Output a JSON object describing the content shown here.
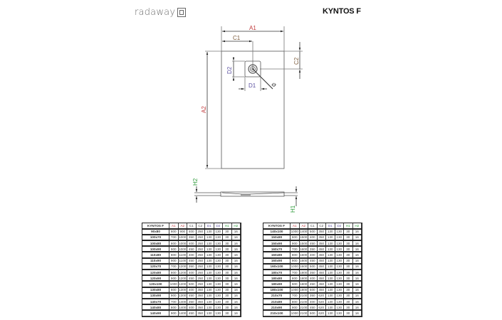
{
  "header": {
    "brand": "radaway",
    "product_title": "KYNTOS F"
  },
  "drawing": {
    "labels": {
      "A1": "A1",
      "A2": "A2",
      "C1": "C1",
      "C2": "C2",
      "D1": "D1",
      "D2": "D2",
      "drain_diameter": "Ø",
      "H1": "H1",
      "H2": "H2"
    },
    "colors": {
      "A": "#c0393b",
      "C": "#7a5a3a",
      "D": "#5a4fa0",
      "H": "#2e9a3a",
      "line": "#555555"
    }
  },
  "table_headers": [
    "KYNTOS F",
    "A1",
    "A2",
    "C1",
    "C2",
    "D1",
    "D2",
    "H1",
    "H2"
  ],
  "table_left": {
    "rows": [
      [
        "90x80",
        "800",
        "900",
        "400",
        "250",
        "130",
        "130",
        "30",
        "16"
      ],
      [
        "100x70",
        "700",
        "1000",
        "350",
        "250",
        "130",
        "130",
        "30",
        "16"
      ],
      [
        "100x80",
        "800",
        "1000",
        "400",
        "250",
        "130",
        "130",
        "30",
        "16"
      ],
      [
        "100x90",
        "900",
        "1000",
        "450",
        "250",
        "130",
        "130",
        "30",
        "16"
      ],
      [
        "110x80",
        "800",
        "1100",
        "400",
        "250",
        "130",
        "130",
        "30",
        "16"
      ],
      [
        "110x90",
        "900",
        "1100",
        "450",
        "250",
        "130",
        "130",
        "30",
        "16"
      ],
      [
        "120x70",
        "700",
        "1200",
        "350",
        "250",
        "130",
        "130",
        "30",
        "16"
      ],
      [
        "120x80",
        "800",
        "1200",
        "400",
        "250",
        "130",
        "130",
        "30",
        "16"
      ],
      [
        "120x90",
        "900",
        "1200",
        "450",
        "250",
        "130",
        "130",
        "30",
        "16"
      ],
      [
        "120x100",
        "1000",
        "1200",
        "500",
        "250",
        "130",
        "130",
        "30",
        "16"
      ],
      [
        "130x80",
        "800",
        "1300",
        "400",
        "350",
        "130",
        "130",
        "30",
        "16"
      ],
      [
        "130x90",
        "900",
        "1300",
        "450",
        "350",
        "130",
        "130",
        "30",
        "16"
      ],
      [
        "140x70",
        "700",
        "1400",
        "350",
        "350",
        "130",
        "130",
        "30",
        "16"
      ],
      [
        "140x80",
        "800",
        "1400",
        "400",
        "350",
        "130",
        "130",
        "30",
        "16"
      ],
      [
        "140x90",
        "900",
        "1400",
        "450",
        "350",
        "130",
        "130",
        "30",
        "16"
      ]
    ]
  },
  "table_right": {
    "rows": [
      [
        "140x100",
        "1000",
        "1400",
        "500",
        "350",
        "130",
        "130",
        "30",
        "16"
      ],
      [
        "150x80",
        "800",
        "1500",
        "400",
        "350",
        "130",
        "130",
        "30",
        "16"
      ],
      [
        "150x90",
        "900",
        "1500",
        "450",
        "350",
        "130",
        "130",
        "30",
        "16"
      ],
      [
        "160x70",
        "700",
        "1600",
        "350",
        "450",
        "130",
        "130",
        "30",
        "16"
      ],
      [
        "160x80",
        "800",
        "1600",
        "400",
        "450",
        "130",
        "130",
        "30",
        "16"
      ],
      [
        "160x90",
        "900",
        "1600",
        "450",
        "450",
        "130",
        "130",
        "30",
        "16"
      ],
      [
        "160x100",
        "1000",
        "1600",
        "500",
        "450",
        "130",
        "130",
        "30",
        "16"
      ],
      [
        "180x70",
        "700",
        "1800",
        "350",
        "450",
        "130",
        "130",
        "30",
        "16"
      ],
      [
        "180x80",
        "800",
        "1800",
        "400",
        "450",
        "130",
        "130",
        "30",
        "16"
      ],
      [
        "180x90",
        "900",
        "1800",
        "450",
        "450",
        "130",
        "130",
        "30",
        "16"
      ],
      [
        "180x100",
        "1000",
        "1800",
        "500",
        "450",
        "130",
        "130",
        "30",
        "16"
      ],
      [
        "210x70",
        "700",
        "2100",
        "350",
        "620",
        "130",
        "130",
        "30",
        "16"
      ],
      [
        "210x80",
        "800",
        "2100",
        "400",
        "620",
        "130",
        "130",
        "30",
        "16"
      ],
      [
        "210x90",
        "900",
        "2100",
        "450",
        "620",
        "130",
        "130",
        "30",
        "16"
      ],
      [
        "210x100",
        "1000",
        "2100",
        "500",
        "620",
        "130",
        "130",
        "30",
        "16"
      ]
    ]
  }
}
